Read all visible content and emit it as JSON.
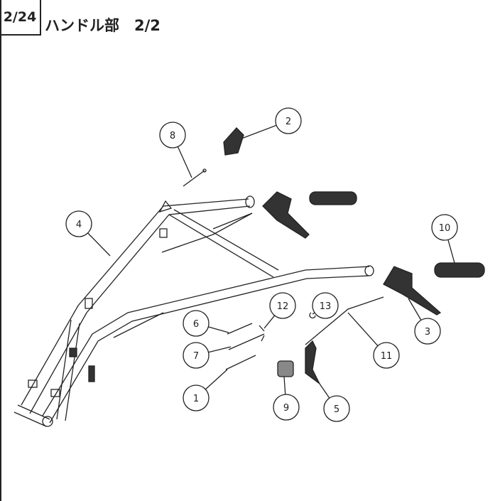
{
  "header": {
    "page_number": "2/24",
    "title": "ハンドル部　2/2"
  },
  "callouts": [
    "1",
    "2",
    "3",
    "4",
    "5",
    "6",
    "7",
    "8",
    "9",
    "10",
    "11",
    "12",
    "13"
  ]
}
